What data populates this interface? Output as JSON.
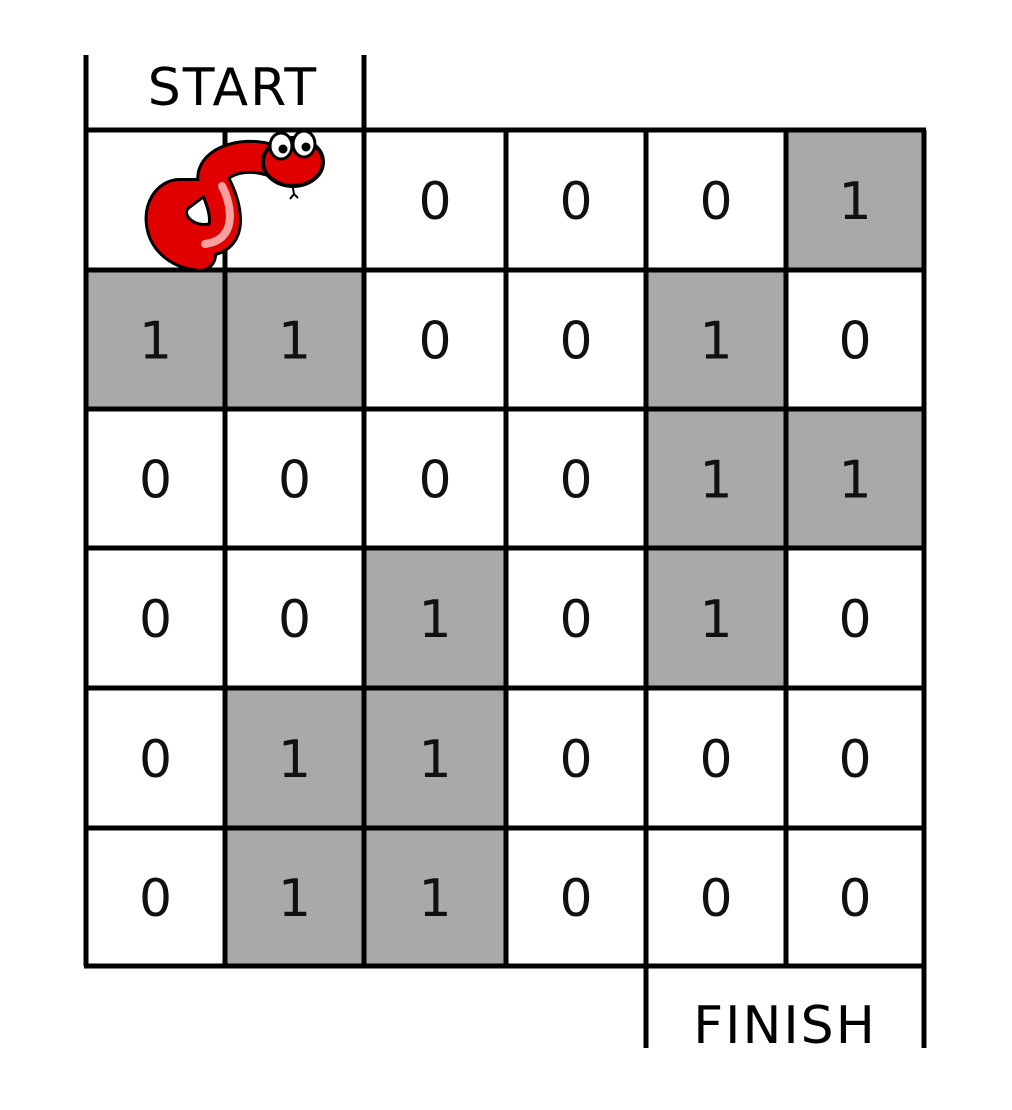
{
  "labels": {
    "start": "START",
    "finish": "FINISH"
  },
  "grid": [
    [
      "",
      "",
      "0",
      "0",
      "0",
      "1"
    ],
    [
      "1",
      "1",
      "0",
      "0",
      "1",
      "0"
    ],
    [
      "0",
      "0",
      "0",
      "0",
      "1",
      "1"
    ],
    [
      "0",
      "0",
      "1",
      "0",
      "1",
      "0"
    ],
    [
      "0",
      "1",
      "1",
      "0",
      "0",
      "0"
    ],
    [
      "0",
      "1",
      "1",
      "0",
      "0",
      "0"
    ]
  ],
  "walls": [
    [
      false,
      false,
      false,
      false,
      false,
      true
    ],
    [
      true,
      true,
      false,
      false,
      true,
      false
    ],
    [
      false,
      false,
      false,
      false,
      true,
      true
    ],
    [
      false,
      false,
      true,
      false,
      true,
      false
    ],
    [
      false,
      true,
      true,
      false,
      false,
      false
    ],
    [
      false,
      true,
      true,
      false,
      false,
      false
    ]
  ],
  "colors": {
    "wall": "#a9a9a9",
    "path": "#ffffff",
    "line": "#000000",
    "snake_body": "#e00000",
    "snake_belly": "#f7a0a0"
  },
  "icons": {
    "snake": "snake-icon"
  }
}
